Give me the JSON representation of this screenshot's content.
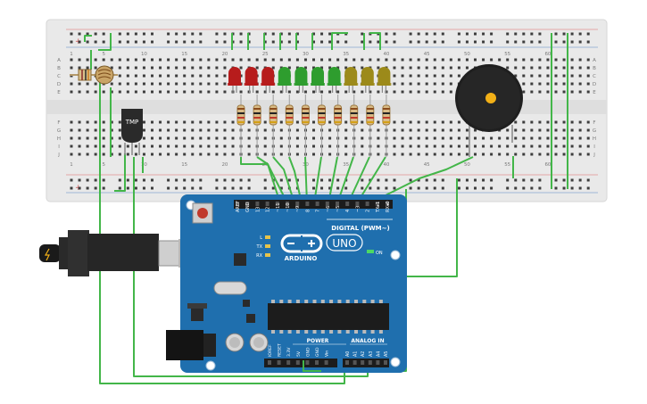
{
  "breadboard": {
    "col_labels": [
      "1",
      "5",
      "10",
      "15",
      "20",
      "25",
      "30",
      "35",
      "40",
      "45",
      "50",
      "55",
      "60"
    ],
    "row_labels_top": [
      "A",
      "B",
      "C",
      "D",
      "E"
    ],
    "row_labels_bottom": [
      "F",
      "G",
      "H",
      "I",
      "J"
    ],
    "rail_plus": "+",
    "rail_minus": "-"
  },
  "components": {
    "temp_sensor_label": "TMP",
    "leds": [
      {
        "color": "red",
        "hex": "#b71c1c"
      },
      {
        "color": "red",
        "hex": "#b71c1c"
      },
      {
        "color": "red",
        "hex": "#b71c1c"
      },
      {
        "color": "green",
        "hex": "#2e9d2e"
      },
      {
        "color": "green",
        "hex": "#2e9d2e"
      },
      {
        "color": "green",
        "hex": "#2e9d2e"
      },
      {
        "color": "green",
        "hex": "#2e9d2e"
      },
      {
        "color": "yellow",
        "hex": "#9c8a1a"
      },
      {
        "color": "yellow",
        "hex": "#9c8a1a"
      },
      {
        "color": "yellow",
        "hex": "#9c8a1a"
      }
    ]
  },
  "arduino": {
    "logo_text": "ARDUINO",
    "uno_label": "UNO",
    "digital_label": "DIGITAL (PWM~)",
    "on_label": "ON",
    "power_label": "POWER",
    "analog_label": "ANALOG IN",
    "digital_pins": [
      "AREF",
      "GND",
      "13",
      "12",
      "~11",
      "~10",
      "~9",
      "8",
      "7",
      "~6",
      "~5",
      "4",
      "~3",
      "2",
      "TX▸1",
      "RX◂0"
    ],
    "power_pins": [
      "IOREF",
      "RESET",
      "3.3V",
      "5V",
      "GND",
      "GND",
      "Vin"
    ],
    "analog_pins": [
      "A0",
      "A1",
      "A2",
      "A3",
      "A4",
      "A5"
    ],
    "led_labels": [
      "L",
      "TX",
      "RX"
    ]
  },
  "colors": {
    "board": "#1f6fae",
    "breadboard": "#e8e8e8",
    "wire": "#43b649",
    "hole": "#3d3d3d"
  }
}
